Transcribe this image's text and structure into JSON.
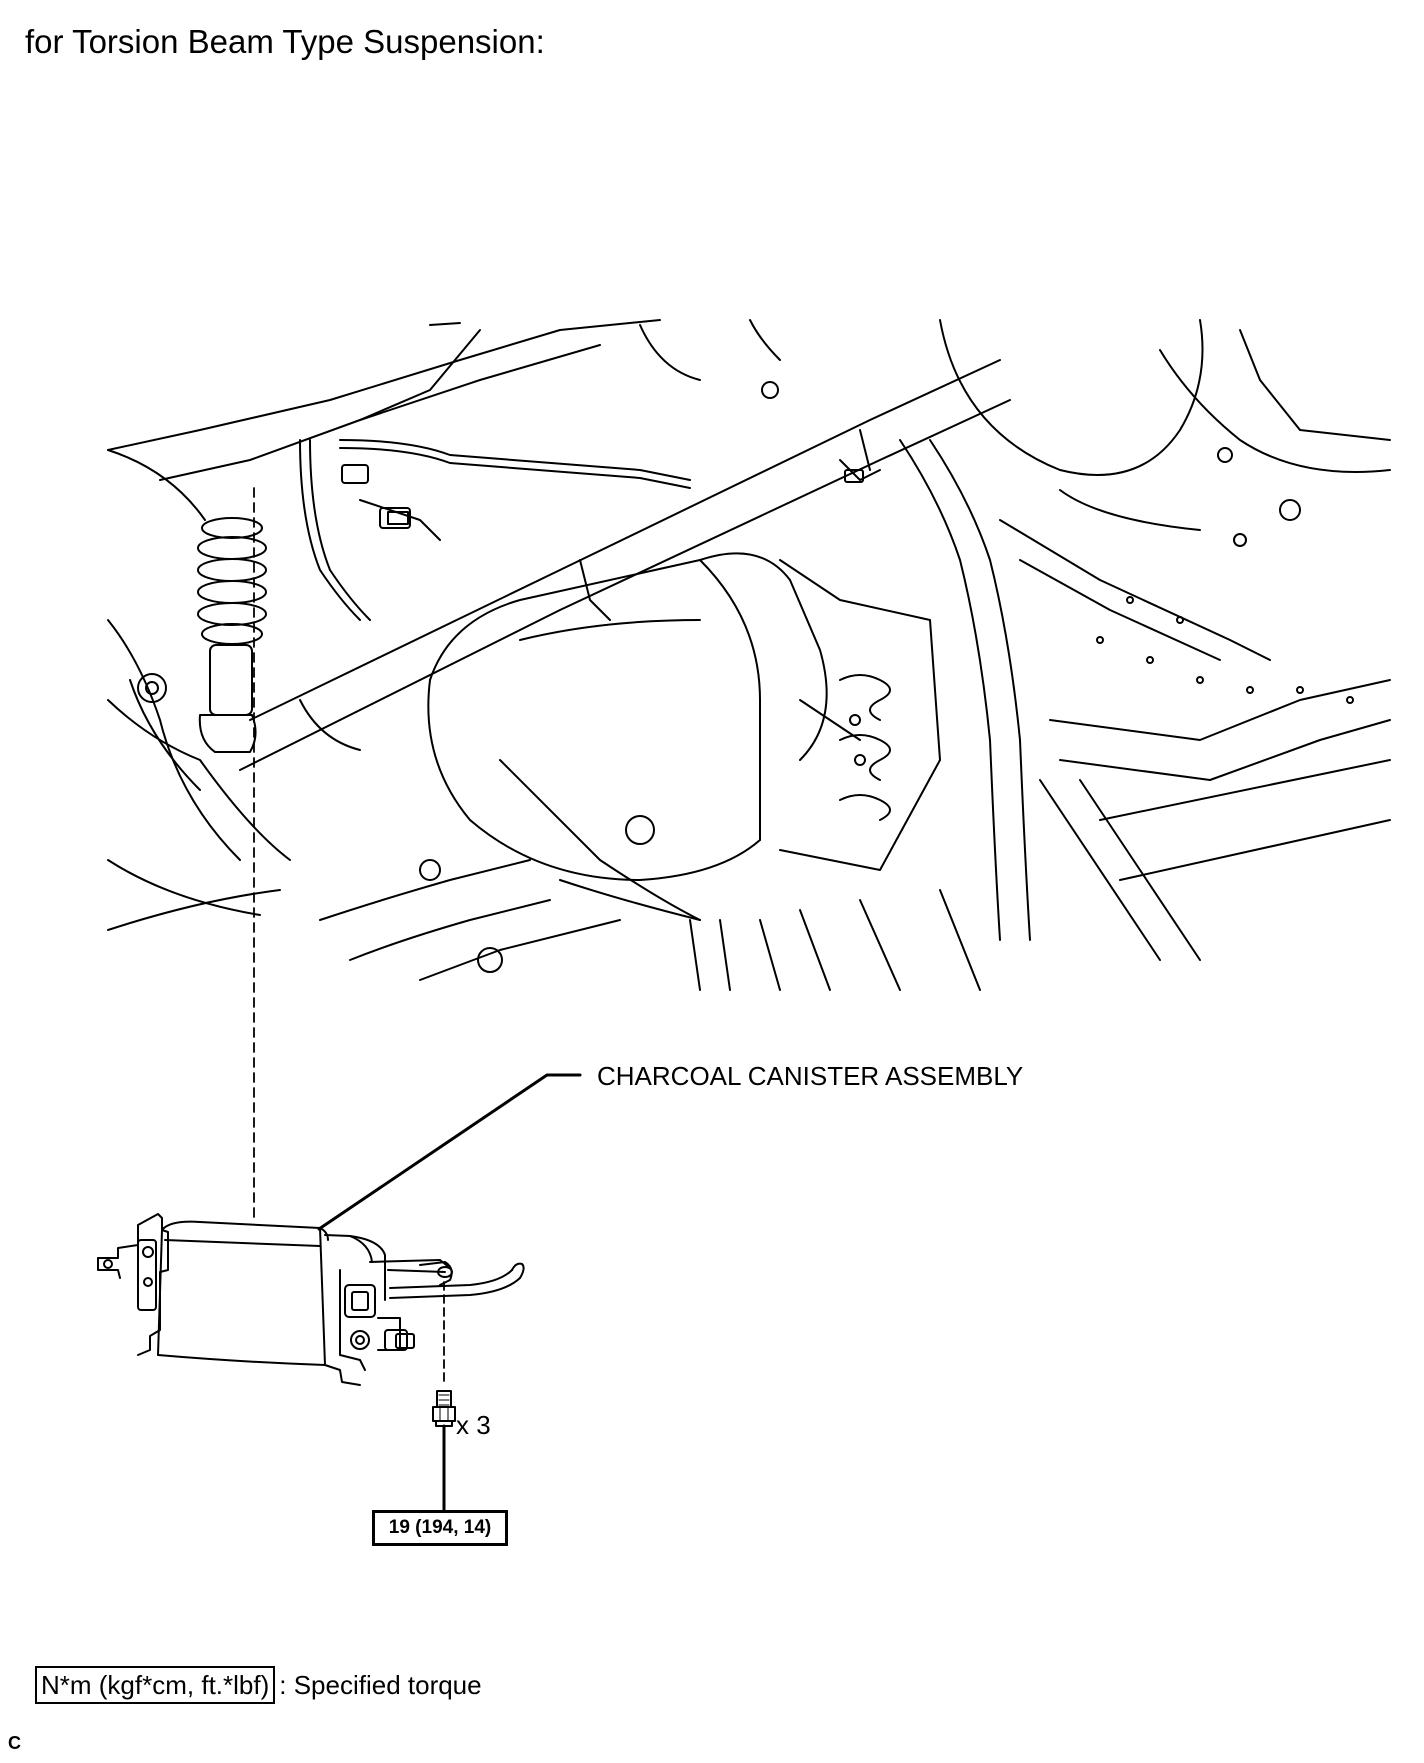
{
  "title": "for Torsion Beam Type Suspension:",
  "part": {
    "name": "CHARCOAL CANISTER ASSEMBLY"
  },
  "fastener": {
    "quantity": "x 3",
    "torque": "19 (194, 14)"
  },
  "legend": {
    "unit": "N*m (kgf*cm, ft.*lbf)",
    "description": ": Specified torque"
  },
  "corner_code": "C"
}
